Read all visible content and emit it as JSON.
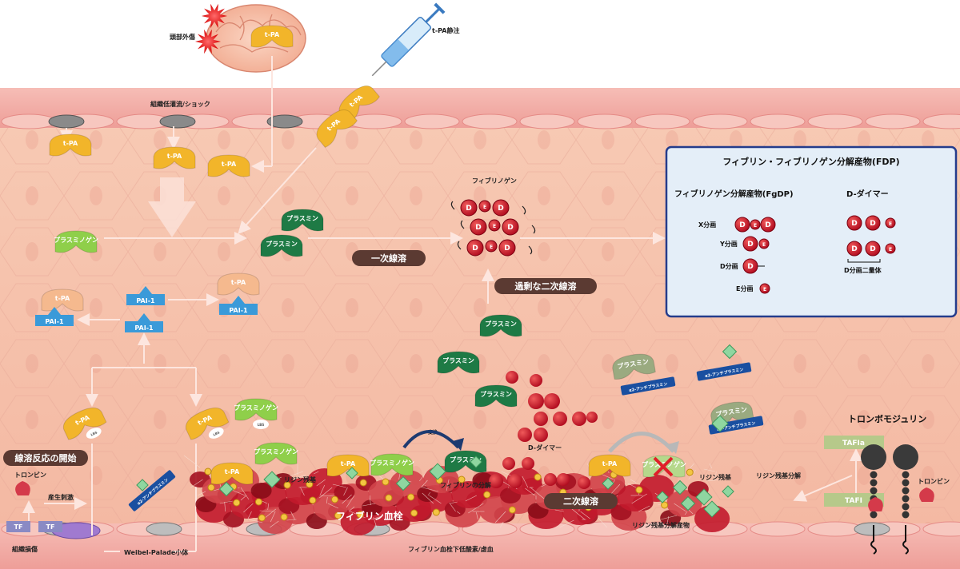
{
  "labels": {
    "head_trauma": "頭部外傷",
    "tpa_injection": "t-PA静注",
    "hypoperfusion": "組織低灌流/ショック",
    "fibrinogen": "フィブリノゲン",
    "primary_fibrinolysis": "一次線溶",
    "excess_secondary": "過剰な二次線溶",
    "fibrinolysis_start": "線溶反応の開始",
    "thrombin_left": "トロンビン",
    "production_stimulus": "産生刺激",
    "tf": "TF",
    "tissue_damage": "組織損傷",
    "weibel_palade": "Weibel-Palade小体",
    "hypoxia": "フィブリン血栓下低酸素/虚血",
    "fibrin_clot": "フィブリン血栓",
    "lysine_residue": "リジン残基",
    "lysine_residue_2": "リジン残基",
    "fibrin_degradation": "フィブリンの分解",
    "secondary_fibrinolysis": "二次線溶",
    "d_dimer_label": "D-ダイマー",
    "lysine_cleavage": "リジン残基分解",
    "lysine_degradation": "リジン残基分解産物",
    "thrombomodulin": "トロンボモジュリン",
    "thrombin_right": "トロンビン",
    "tafia": "TAFIa",
    "tafi": "TAFI",
    "change": "変換",
    "lbs": "LBS"
  },
  "molecules": {
    "tpa": "t-PA",
    "plasmin": "プラスミン",
    "plasminogen": "プラスミノゲン",
    "pai1": "PAI-1",
    "antiplasmin": "α2-アンチプラスミン",
    "d": "D",
    "e": "E"
  },
  "fdp_box": {
    "title": "フィブリン・フィブリノゲン分解産物(FDP)",
    "fgdp_title": "フィブリノゲン分解産物(FgDP)",
    "ddimer_title": "D-ダイマー",
    "x_fragment": "X分画",
    "y_fragment": "Y分画",
    "d_fragment": "D分画",
    "e_fragment": "E分画",
    "d_dimer_fragment": "D分画二量体"
  },
  "colors": {
    "tpa": "#f2b52a",
    "plasmin": "#1e7a45",
    "plasminogen": "#8fcf4a",
    "pai1": "#3a9ad9",
    "antiplasmin": "#1a4fa0",
    "fdp_red": "#c8102e",
    "vessel_wall": "#f3a9a0"
  }
}
